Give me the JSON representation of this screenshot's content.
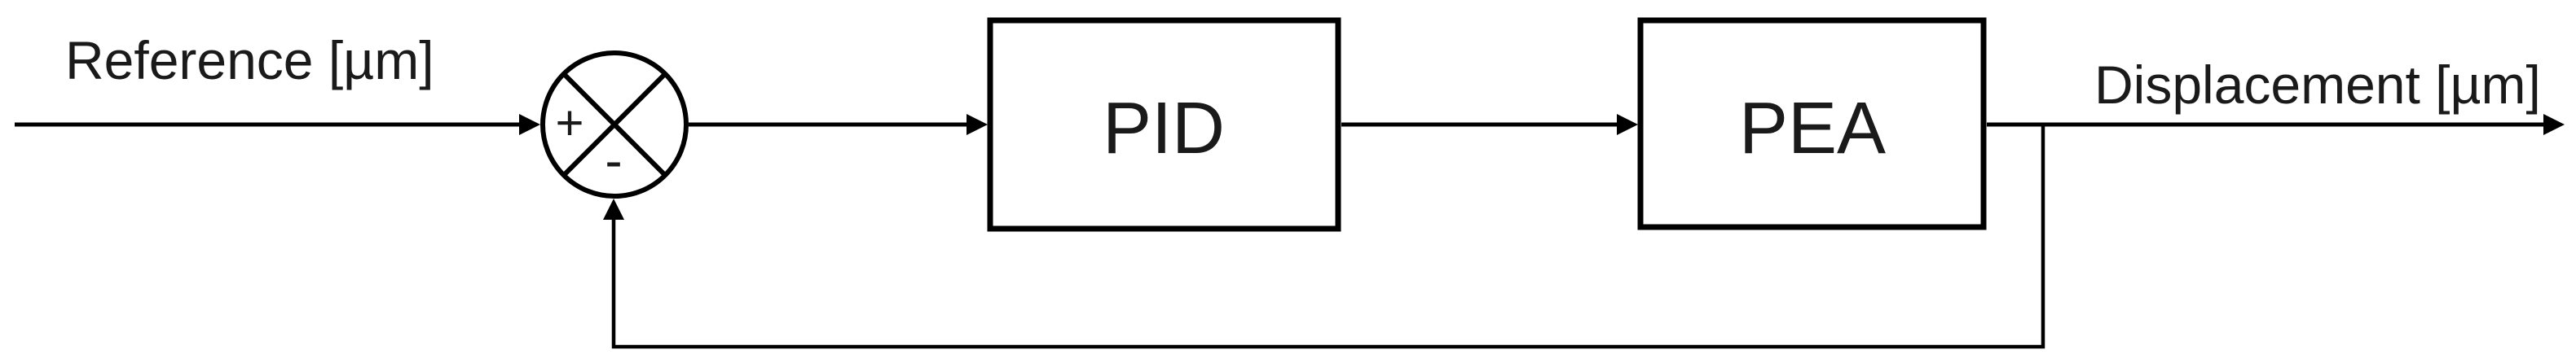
{
  "diagram": {
    "type": "control-loop-block-diagram",
    "labels": {
      "input": "Reference [µm]",
      "output": "Displacement [µm]"
    },
    "blocks": [
      {
        "id": "controller",
        "label": "PID"
      },
      {
        "id": "plant",
        "label": "PEA"
      }
    ],
    "summing_junction": {
      "plus": "+",
      "minus": "-"
    },
    "feedback": {
      "from": "plant-output",
      "to": "summing-junction-minus-input"
    },
    "colors": {
      "line": "#000000",
      "text": "#1a1a1a",
      "background": "#ffffff"
    }
  }
}
